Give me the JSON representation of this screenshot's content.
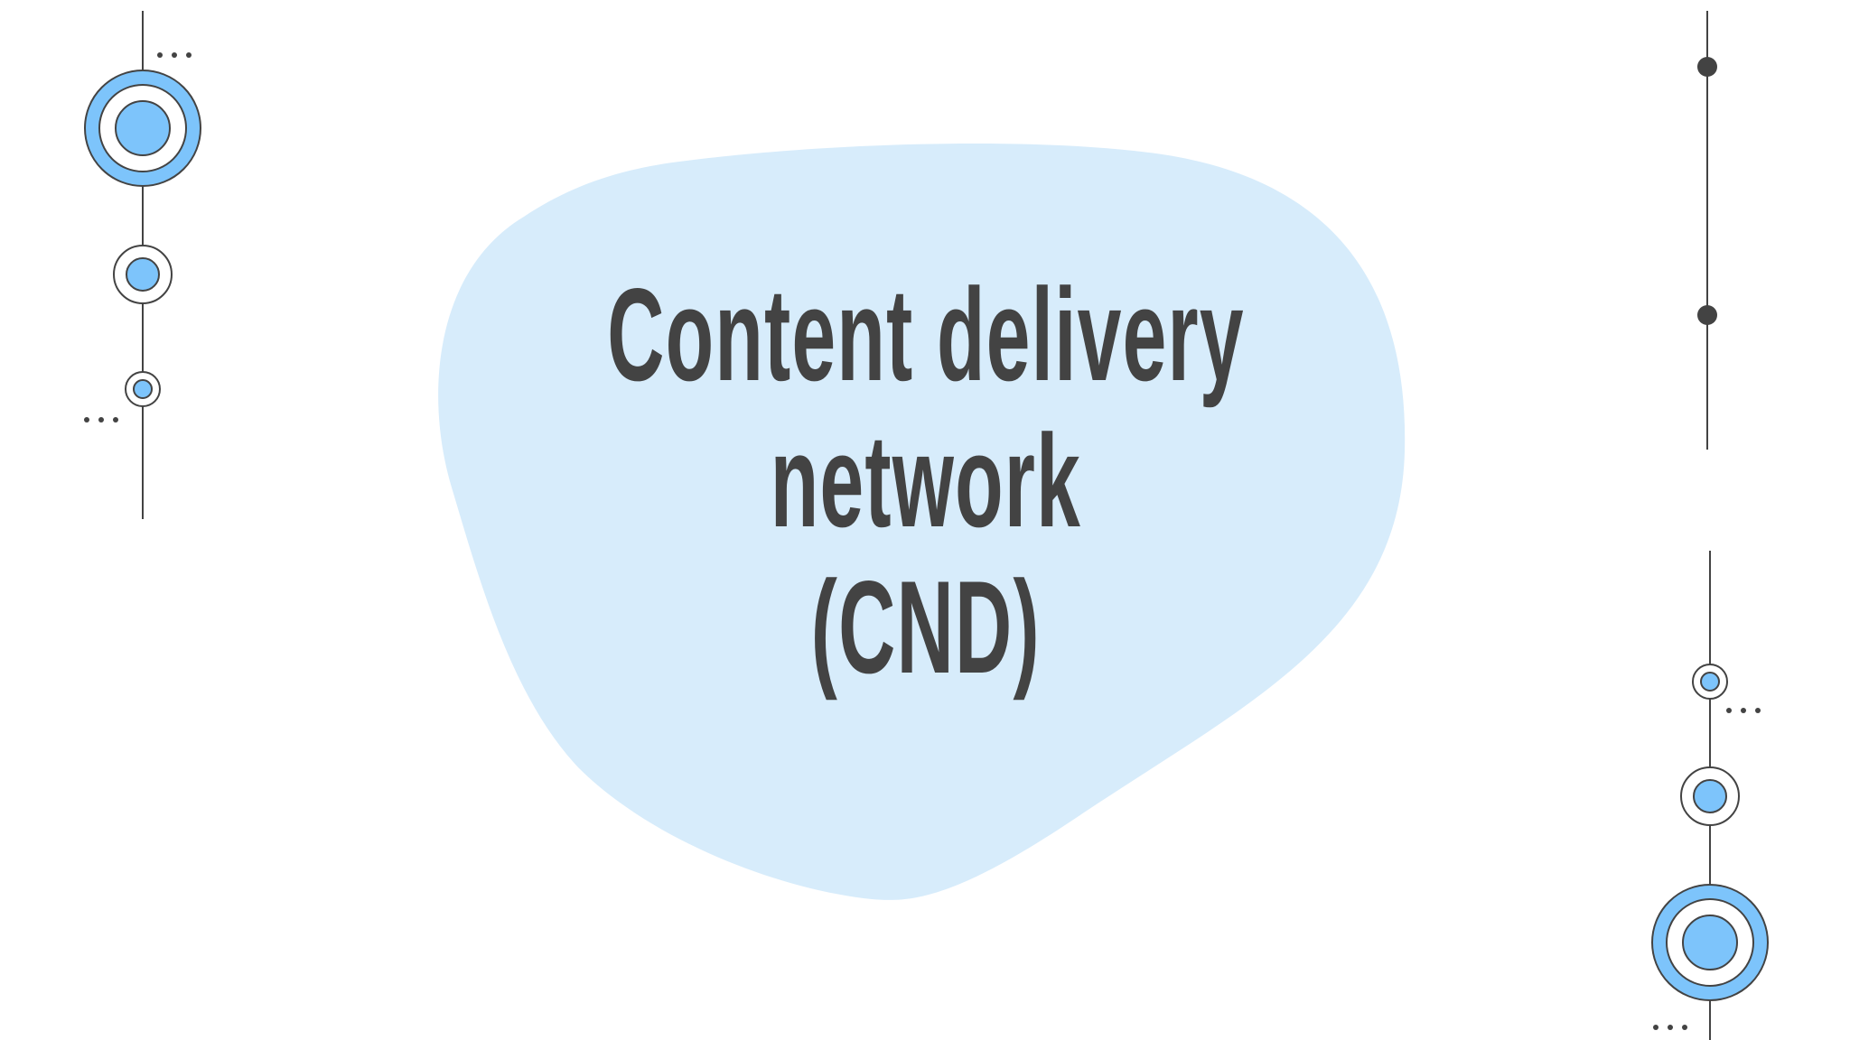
{
  "slide": {
    "title_lines": [
      "Content delivery",
      "network",
      "(CND)"
    ]
  },
  "colors": {
    "background": "#ffffff",
    "blob": "#d7ecfb",
    "accent": "#7dc4fb",
    "line": "#434343",
    "text": "#434343"
  },
  "icons": {
    "left_decoration": "vertical-line-with-circles",
    "top_right_decoration": "vertical-line-with-dots",
    "bottom_right_decoration": "vertical-line-with-circles",
    "ellipsis": "three-dots"
  }
}
